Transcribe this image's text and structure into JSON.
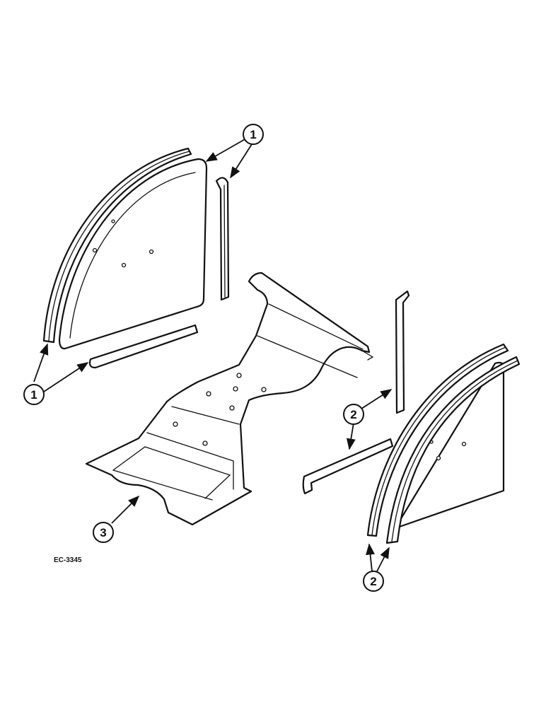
{
  "figure": {
    "reference_code": "EC-3345"
  },
  "callouts": [
    {
      "id": "c1-top",
      "label": "1"
    },
    {
      "id": "c1-bottom",
      "label": "1"
    },
    {
      "id": "c2-mid",
      "label": "2"
    },
    {
      "id": "c2-bottom",
      "label": "2"
    },
    {
      "id": "c3",
      "label": "3"
    }
  ],
  "colors": {
    "line": "#111111",
    "background": "#ffffff"
  }
}
